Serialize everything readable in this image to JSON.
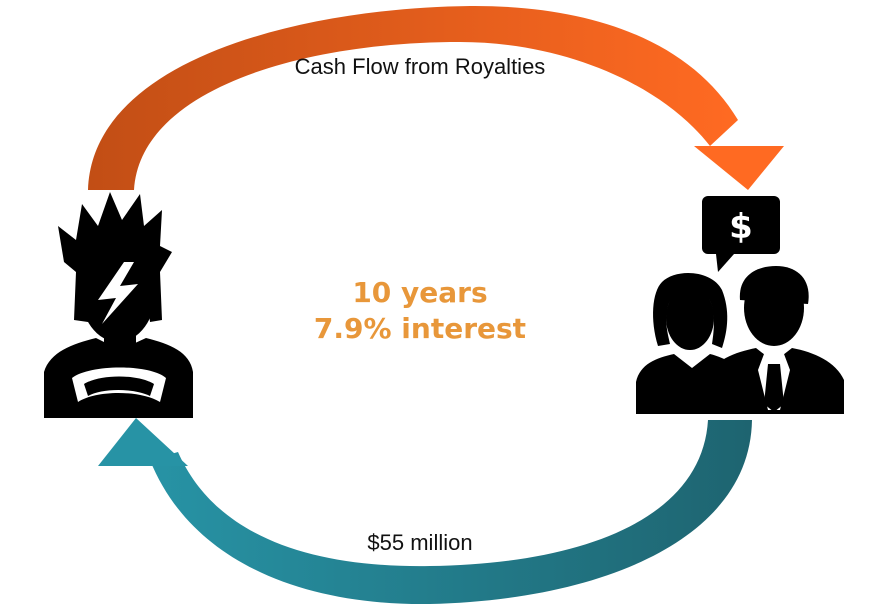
{
  "diagram": {
    "top_arrow_label": "Cash Flow from Royalties",
    "bottom_arrow_label": "$55 million",
    "center_line_1": "10 years",
    "center_line_2": "7.9% interest",
    "left_figure_icon": "lightning-face-artist-icon",
    "right_figure_icon": "investors-couple-icon",
    "speech_bubble_symbol": "$",
    "colors": {
      "top_arrow_start": "#C24E15",
      "top_arrow_end": "#FF6A22",
      "bottom_arrow_start": "#2793A5",
      "bottom_arrow_end": "#1E6470",
      "center_text": "#E8973A",
      "icons": "#000000"
    }
  }
}
